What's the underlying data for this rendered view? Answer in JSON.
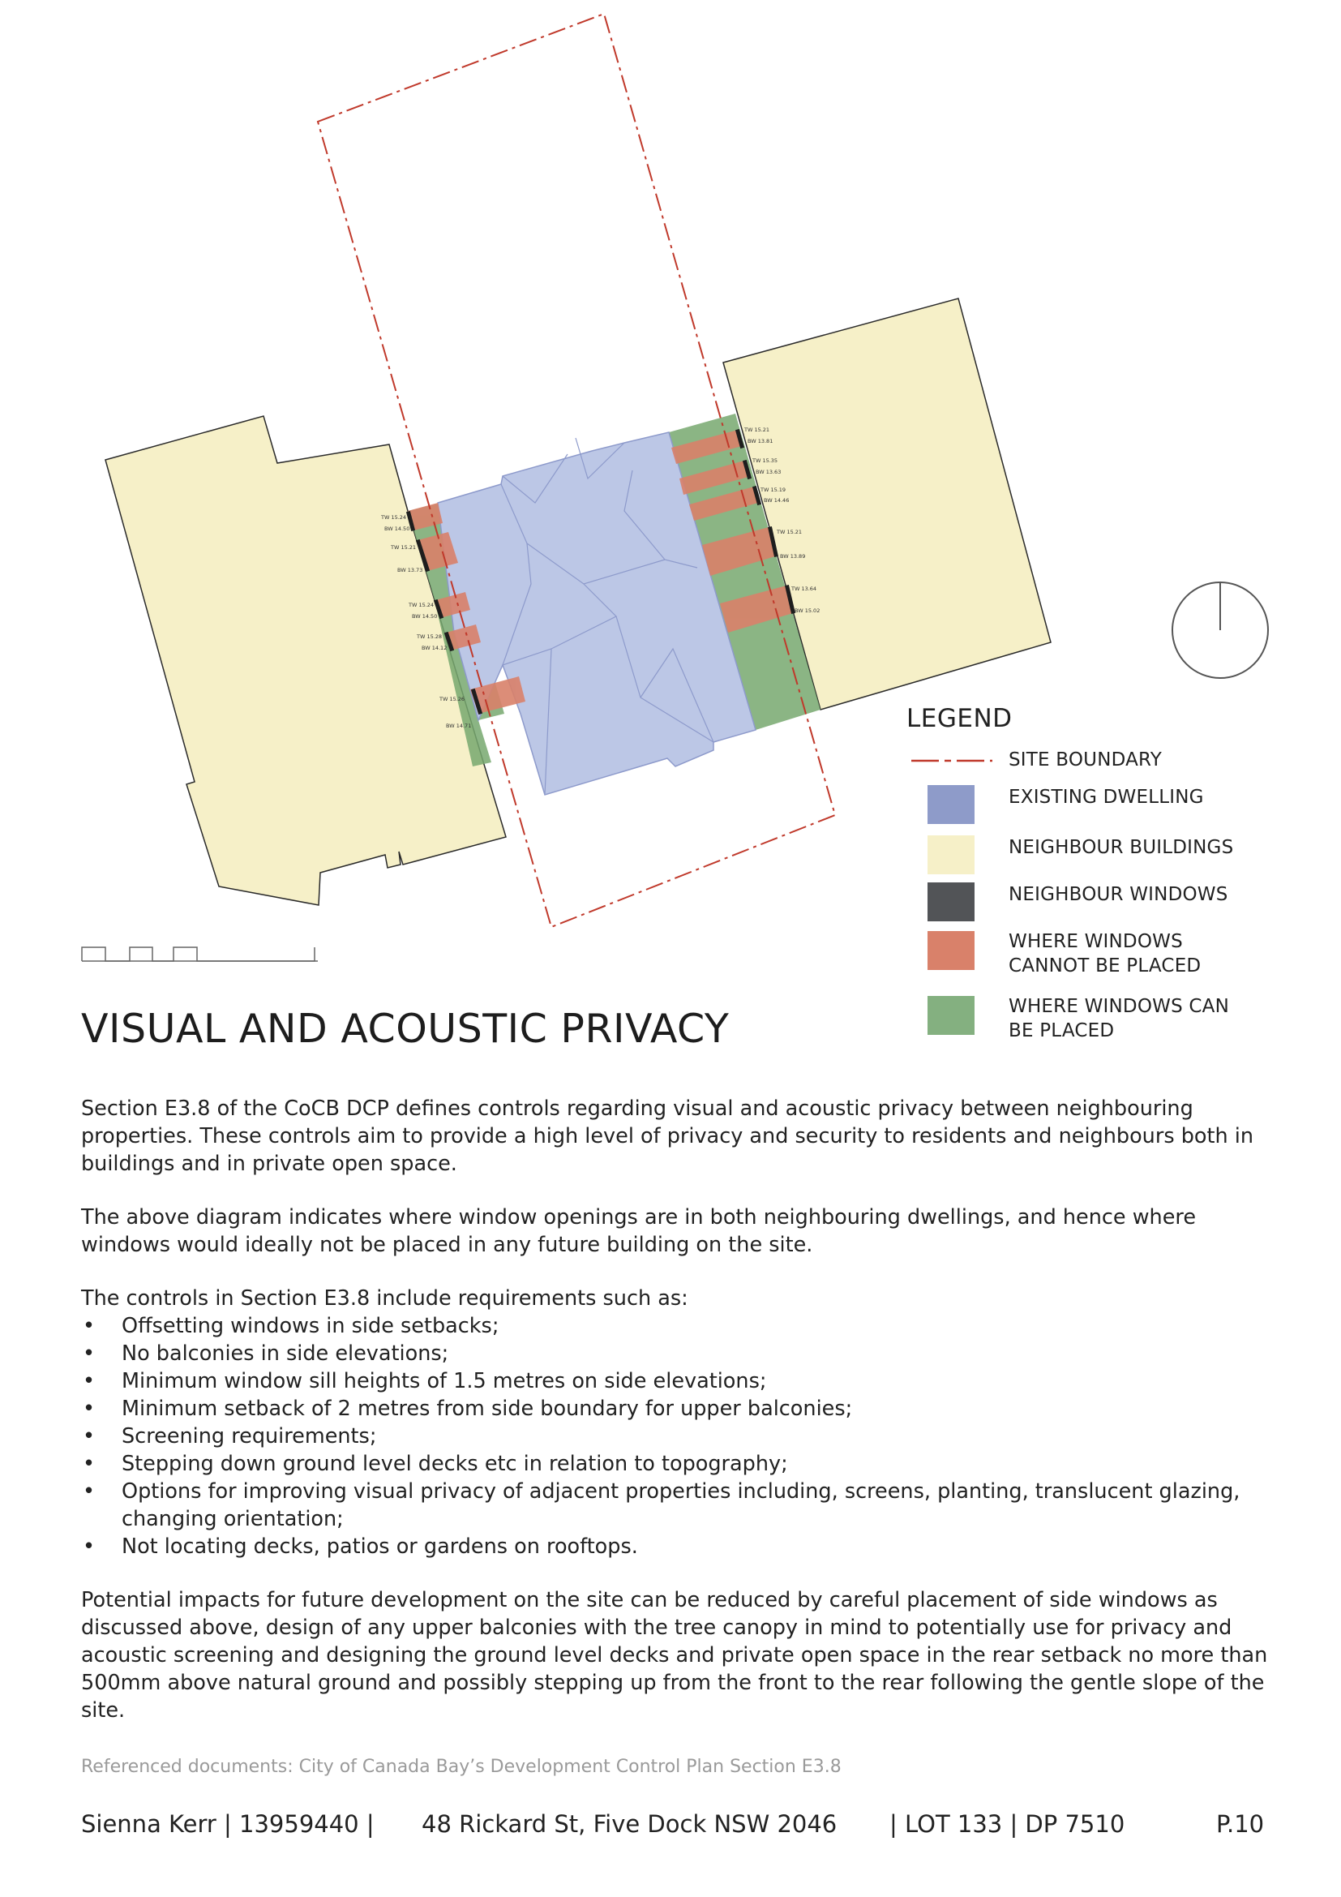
{
  "legend": {
    "title": "LEGEND",
    "items": [
      {
        "label_lines": [
          "SITE BOUNDARY"
        ],
        "type": "line",
        "color": "#c0392b"
      },
      {
        "label_lines": [
          "EXISTING DWELLING"
        ],
        "type": "fill",
        "color": "#8e9bc9"
      },
      {
        "label_lines": [
          "NEIGHBOUR BUILDINGS"
        ],
        "type": "fill",
        "color": "#f6f0c8"
      },
      {
        "label_lines": [
          "NEIGHBOUR WINDOWS"
        ],
        "type": "fill",
        "color": "#525457"
      },
      {
        "label_lines": [
          "WHERE WINDOWS",
          "CANNOT BE PLACED"
        ],
        "type": "fill",
        "color": "#d9816a"
      },
      {
        "label_lines": [
          "WHERE WINDOWS CAN",
          "BE PLACED"
        ],
        "type": "fill",
        "color": "#84b080"
      }
    ]
  },
  "colors": {
    "site_boundary": "#c0392b",
    "existing_dwelling": "#bcc7e6",
    "existing_dwelling_lines": "#8d9acb",
    "neighbour_buildings": "#f6f0c8",
    "neighbour_windows": "#1e1e1e",
    "window_cannot": "#d9816a",
    "window_can": "#77a86f"
  },
  "left_window_labels": [
    "TW 15.24",
    "BW 14.50",
    "TW 15.21",
    "BW 13.73",
    "TW 15.24",
    "BW 14.50",
    "TW 15.28",
    "BW 14.12",
    "TW 15.26",
    "BW 14.71"
  ],
  "right_window_labels": [
    "TW 15.21",
    "BW 13.81",
    "TW 15.35",
    "BW 13.63",
    "TW 15.19",
    "BW 14.46",
    "TW 15.21",
    "BW 13.89",
    "TW 13.64",
    "BW 15.02"
  ],
  "heading": "VISUAL AND ACOUSTIC PRIVACY",
  "paragraphs": {
    "p1": "Section E3.8 of the CoCB DCP defines controls regarding visual and acoustic privacy between neighbouring properties. These controls aim to provide a high level of privacy and security to residents and neighbours both in buildings and in private open space.",
    "p2": "The above diagram indicates where window openings are in both neighbouring dwellings, and hence where windows would ideally not be placed in any future building on the site.",
    "p3_intro": "The controls in Section E3.8 include requirements such as:",
    "p4": "Potential impacts for future development on the site can be reduced by careful placement of side windows as discussed above, design of any upper balconies with the tree canopy in mind to potentially use for privacy and acoustic screening and designing the ground level decks and private open space in the rear setback no more than 500mm above natural ground and possibly stepping up from the front to the rear following the gentle slope of the site."
  },
  "bullets": [
    "Offsetting windows in side setbacks;",
    "No balconies in side elevations;",
    "Minimum window sill heights of 1.5 metres on side elevations;",
    "Minimum setback of 2 metres from side boundary for upper balconies;",
    "Screening requirements;",
    "Stepping down ground level decks etc in relation to topography;",
    "Options for improving visual privacy of adjacent properties including, screens, planting, translucent glazing, changing orientation;",
    "Not locating decks, patios or gardens on rooftops."
  ],
  "references": "Referenced documents: City of Canada Bay’s Development Control Plan Section E3.8",
  "footer": {
    "author": "Sienna Kerr  |  13959440  |",
    "address": "48 Rickard St, Five Dock NSW 2046",
    "lot": "|  LOT 133  |  DP 7510",
    "page": "P.10"
  }
}
